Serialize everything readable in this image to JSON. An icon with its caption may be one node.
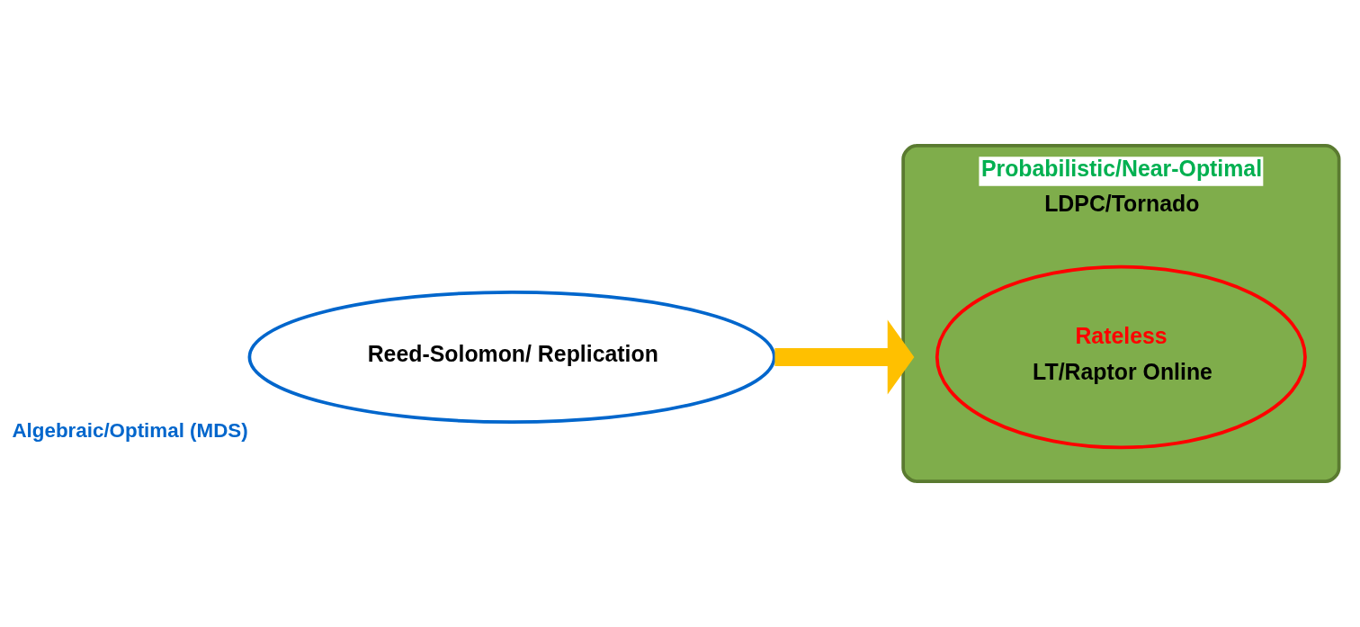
{
  "diagram": {
    "nodes": [
      {
        "text": [
          "Reed-Solomon/ Replication"
        ],
        "beside": [
          "Algebraic/Optimal (MDS)"
        ]
      },
      {
        "text": [
          "Probabilistic/Near-Optimal",
          "LDPC/Tornado"
        ]
      },
      {
        "text": [
          "Rateless",
          "LT/Raptor Online"
        ],
        "in": 1
      }
    ],
    "edges": [
      {
        "from": 0,
        "to": 1,
        "arrow": "to",
        "color": "#ffc000"
      }
    ]
  }
}
